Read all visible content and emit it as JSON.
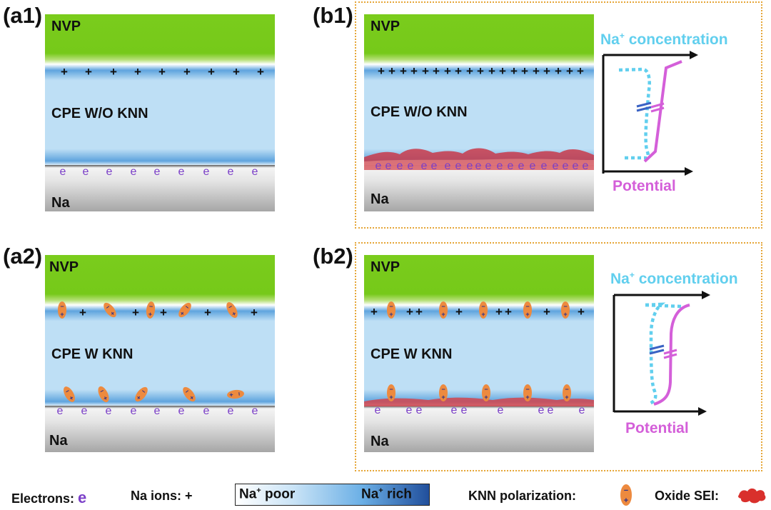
{
  "panels": {
    "a1": {
      "label": "(a1)",
      "nvp": "NVP",
      "cpe": "CPE W/O KNN",
      "na": "Na"
    },
    "b1": {
      "label": "(b1)",
      "nvp": "NVP",
      "cpe": "CPE W/O KNN",
      "na": "Na",
      "plot_concentration": "Na⁺ concentration",
      "plot_potential": "Potential"
    },
    "a2": {
      "label": "(a2)",
      "nvp": "NVP",
      "cpe": "CPE W KNN",
      "na": "Na"
    },
    "b2": {
      "label": "(b2)",
      "nvp": "NVP",
      "cpe": "CPE W KNN",
      "na": "Na",
      "plot_concentration": "Na⁺ concentration",
      "plot_potential": "Potential"
    }
  },
  "symbols": {
    "na_ion": "+",
    "electron": "e",
    "knn_minus": "−",
    "knn_plus": "+"
  },
  "legend": {
    "electrons": "Electrons:",
    "electron_symbol": "e",
    "na_ions": "Na ions: +",
    "gradient_poor": "Na⁺ poor",
    "gradient_rich": "Na⁺ rich",
    "knn": "KNN polarization:",
    "sei": "Oxide SEI:"
  },
  "colors": {
    "nvp": "#76c91a",
    "cpe": "#bedff5",
    "na_metal": "#c8c8c8",
    "electron": "#7b3fc8",
    "knn": "#ed8a3f",
    "sei": "#d9302c",
    "concentration": "#61cfee",
    "potential": "#d45fd9",
    "frame": "#e6a637"
  }
}
